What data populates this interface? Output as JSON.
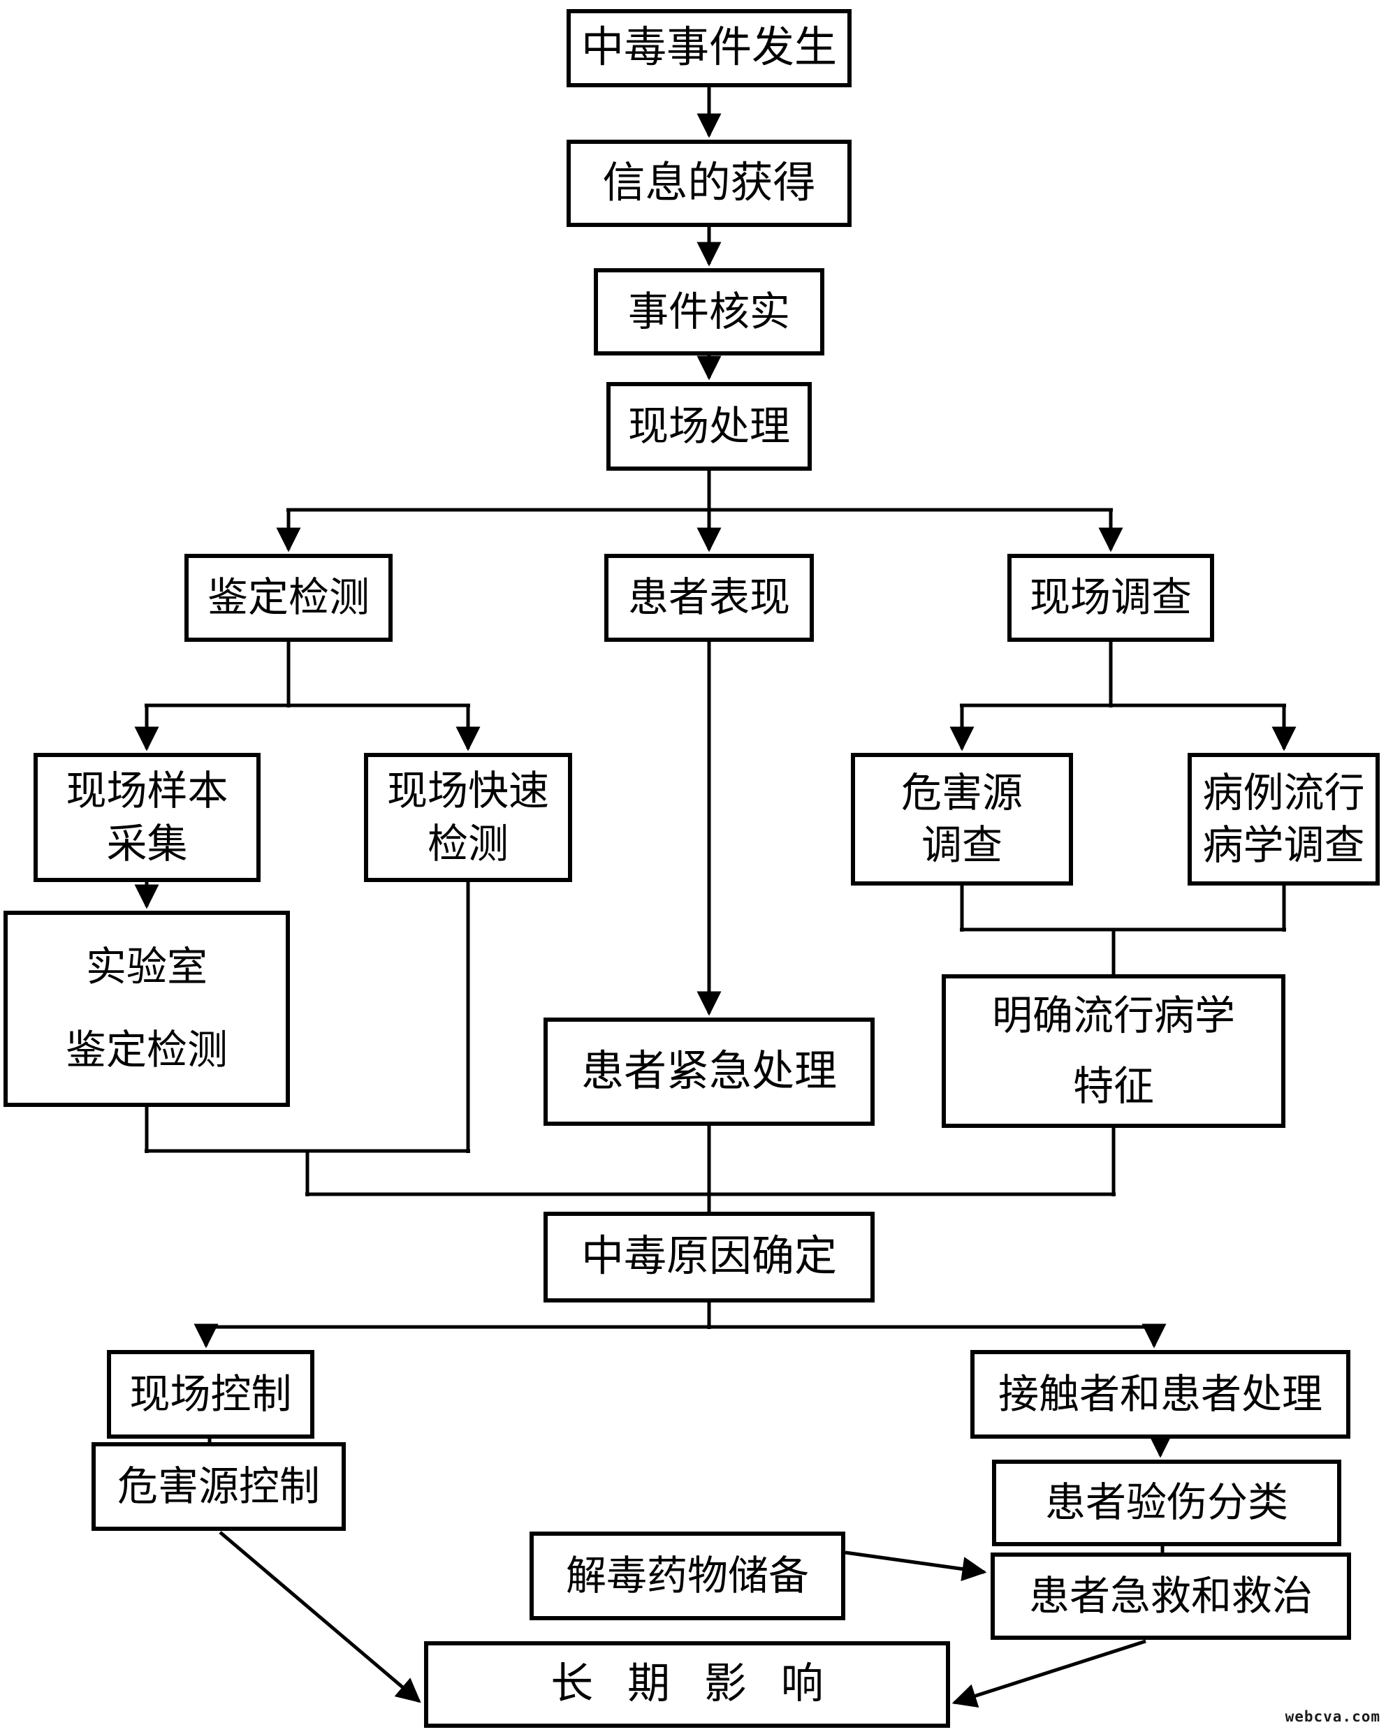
{
  "nodes": [
    {
      "label": "中毒事件发生"
    },
    {
      "label": "信息的获得"
    },
    {
      "label": "事件核实"
    },
    {
      "label": "现场处理"
    },
    {
      "label": "鉴定检测"
    },
    {
      "label": "患者表现"
    },
    {
      "label": "现场调查"
    },
    {
      "label": "现场样本\n采集"
    },
    {
      "label": "现场快速\n检测"
    },
    {
      "label": "危害源\n调查"
    },
    {
      "label": "病例流行\n病学调查"
    },
    {
      "label": "实验室\n鉴定检测"
    },
    {
      "label": "患者紧急处理"
    },
    {
      "label": "明确流行病学\n特征"
    },
    {
      "label": "中毒原因确定"
    },
    {
      "label": "现场控制"
    },
    {
      "label": "危害源控制"
    },
    {
      "label": "接触者和患者处理"
    },
    {
      "label": "患者验伤分类"
    },
    {
      "label": "患者急救和救治"
    },
    {
      "label": "解毒药物储备"
    },
    {
      "label": "长期影响"
    }
  ],
  "colors": {
    "line": "#000000",
    "background": "#ffffff",
    "text": "#000000"
  },
  "watermark": "webcva.com"
}
